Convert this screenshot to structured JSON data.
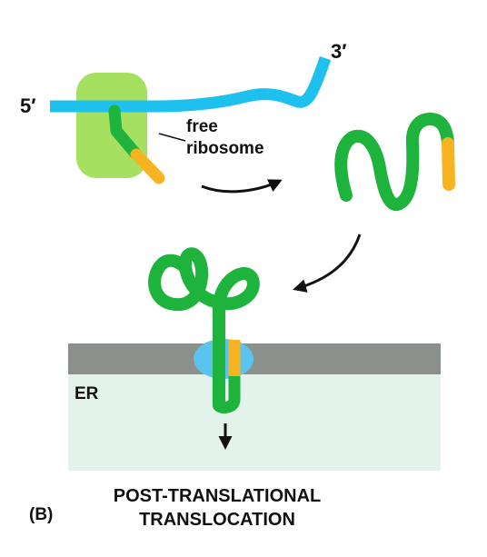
{
  "labels": {
    "five_prime": "5′",
    "three_prime": "3′",
    "free_ribosome_line1": "free",
    "free_ribosome_line2": "ribosome",
    "er": "ER",
    "panel": "(B)",
    "caption_line1": "POST-TRANSLATIONAL",
    "caption_line2": "TRANSLOCATION"
  },
  "colors": {
    "mrna": "#1ec0ee",
    "ribosome": "#a6e061",
    "polypeptide": "#1db33c",
    "signal_sequence": "#f7b421",
    "er_membrane": "#8c908d",
    "er_lumen": "#e3f2ea",
    "translocator": "#5ac3ee",
    "arrow": "#111111"
  }
}
